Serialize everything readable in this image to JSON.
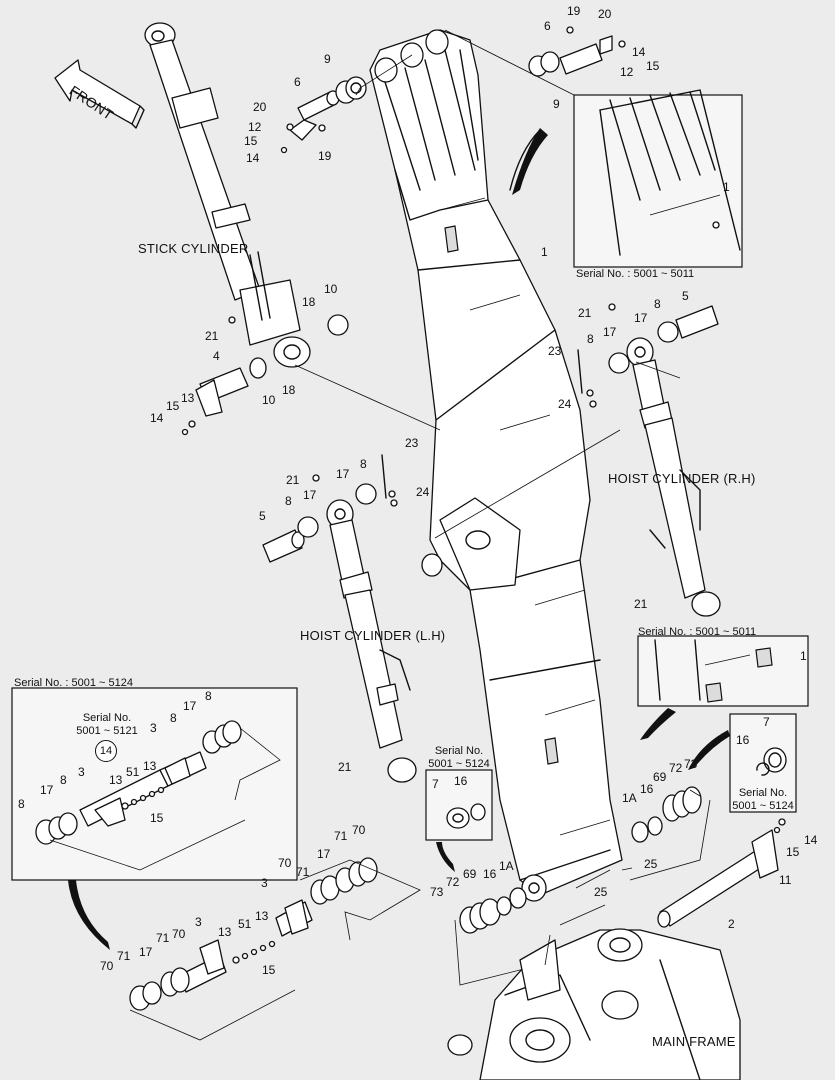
{
  "captions": {
    "front": "FRONT",
    "stick_cylinder": "STICK CYLINDER",
    "hoist_cylinder_rh": "HOIST CYLINDER (R.H)",
    "hoist_cylinder_lh": "HOIST  CYLINDER (L.H)",
    "main_frame": "MAIN FRAME"
  },
  "serials": {
    "top_right": "Serial No. : 5001 ~ 5011",
    "mid_right": "Serial No. : 5001 ~ 5011",
    "left_box": "Serial No. : 5001 ~ 5124",
    "left_inner_line1": "Serial No.",
    "left_inner_line2": "5001 ~ 5121",
    "left_inner_circled": "14",
    "center_line1": "Serial No.",
    "center_line2": "5001 ~ 5124",
    "right_small_line1": "Serial No.",
    "right_small_line2": "5001 ~ 5124"
  },
  "part_labels": [
    {
      "id": "19",
      "t": "19"
    },
    {
      "id": "20",
      "t": "20"
    },
    {
      "id": "6",
      "t": "6"
    },
    {
      "id": "14",
      "t": "14"
    },
    {
      "id": "12",
      "t": "12"
    },
    {
      "id": "15",
      "t": "15"
    },
    {
      "id": "9",
      "t": "9"
    },
    {
      "id": "9b",
      "t": "9"
    },
    {
      "id": "6b",
      "t": "6"
    },
    {
      "id": "20b",
      "t": "20"
    },
    {
      "id": "12b",
      "t": "12"
    },
    {
      "id": "15b",
      "t": "15"
    },
    {
      "id": "14b",
      "t": "14"
    },
    {
      "id": "19b",
      "t": "19"
    },
    {
      "id": "1a",
      "t": "1"
    },
    {
      "id": "1b",
      "t": "1"
    },
    {
      "id": "10",
      "t": "10"
    },
    {
      "id": "18",
      "t": "18"
    },
    {
      "id": "21",
      "t": "21"
    },
    {
      "id": "4",
      "t": "4"
    },
    {
      "id": "18b",
      "t": "18"
    },
    {
      "id": "10b",
      "t": "10"
    },
    {
      "id": "13",
      "t": "13"
    },
    {
      "id": "15c",
      "t": "15"
    },
    {
      "id": "14c",
      "t": "14"
    },
    {
      "id": "21b",
      "t": "21"
    },
    {
      "id": "8",
      "t": "8"
    },
    {
      "id": "5",
      "t": "5"
    },
    {
      "id": "17",
      "t": "17"
    },
    {
      "id": "23",
      "t": "23"
    },
    {
      "id": "8b",
      "t": "8"
    },
    {
      "id": "17b",
      "t": "17"
    },
    {
      "id": "24",
      "t": "24"
    },
    {
      "id": "23b",
      "t": "23"
    },
    {
      "id": "21c",
      "t": "21"
    },
    {
      "id": "8c",
      "t": "8"
    },
    {
      "id": "17c",
      "t": "17"
    },
    {
      "id": "24b",
      "t": "24"
    },
    {
      "id": "5b",
      "t": "5"
    },
    {
      "id": "8d",
      "t": "8"
    },
    {
      "id": "17d",
      "t": "17"
    },
    {
      "id": "21d",
      "t": "21"
    },
    {
      "id": "1c",
      "t": "1"
    },
    {
      "id": "21e",
      "t": "21"
    },
    {
      "id": "7",
      "t": "7"
    },
    {
      "id": "16",
      "t": "16"
    },
    {
      "id": "7b",
      "t": "7"
    },
    {
      "id": "16b",
      "t": "16"
    },
    {
      "id": "1A",
      "t": "1A"
    },
    {
      "id": "16c",
      "t": "16"
    },
    {
      "id": "69",
      "t": "69"
    },
    {
      "id": "72",
      "t": "72"
    },
    {
      "id": "73",
      "t": "73"
    },
    {
      "id": "25",
      "t": "25"
    },
    {
      "id": "25b",
      "t": "25"
    },
    {
      "id": "14d",
      "t": "14"
    },
    {
      "id": "15d",
      "t": "15"
    },
    {
      "id": "11",
      "t": "11"
    },
    {
      "id": "2",
      "t": "2"
    },
    {
      "id": "73b",
      "t": "73"
    },
    {
      "id": "72b",
      "t": "72"
    },
    {
      "id": "69b",
      "t": "69"
    },
    {
      "id": "16d",
      "t": "16"
    },
    {
      "id": "1Ab",
      "t": "1A"
    },
    {
      "id": "8e",
      "t": "8"
    },
    {
      "id": "17e",
      "t": "17"
    },
    {
      "id": "8f",
      "t": "8"
    },
    {
      "id": "3",
      "t": "3"
    },
    {
      "id": "8g",
      "t": "8"
    },
    {
      "id": "17f",
      "t": "17"
    },
    {
      "id": "8h",
      "t": "8"
    },
    {
      "id": "3b",
      "t": "3"
    },
    {
      "id": "13b",
      "t": "13"
    },
    {
      "id": "51",
      "t": "51"
    },
    {
      "id": "13c",
      "t": "13"
    },
    {
      "id": "15e",
      "t": "15"
    },
    {
      "id": "70",
      "t": "70"
    },
    {
      "id": "71",
      "t": "71"
    },
    {
      "id": "17g",
      "t": "17"
    },
    {
      "id": "71b",
      "t": "71"
    },
    {
      "id": "70b",
      "t": "70"
    },
    {
      "id": "3c",
      "t": "3"
    },
    {
      "id": "3d",
      "t": "3"
    },
    {
      "id": "13d",
      "t": "13"
    },
    {
      "id": "51b",
      "t": "51"
    },
    {
      "id": "13e",
      "t": "13"
    },
    {
      "id": "15f",
      "t": "15"
    },
    {
      "id": "70c",
      "t": "70"
    },
    {
      "id": "71c",
      "t": "71"
    },
    {
      "id": "17h",
      "t": "17"
    },
    {
      "id": "71d",
      "t": "71"
    },
    {
      "id": "70d",
      "t": "70"
    }
  ]
}
